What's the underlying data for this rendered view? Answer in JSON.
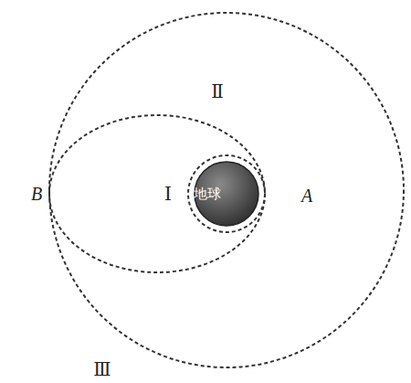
{
  "diagram": {
    "nodes": [
      {
        "text": [
          "地球"
        ]
      }
    ],
    "labels": [
      "Ⅱ",
      "B",
      "Ⅰ",
      "A",
      "Ⅲ"
    ]
  }
}
